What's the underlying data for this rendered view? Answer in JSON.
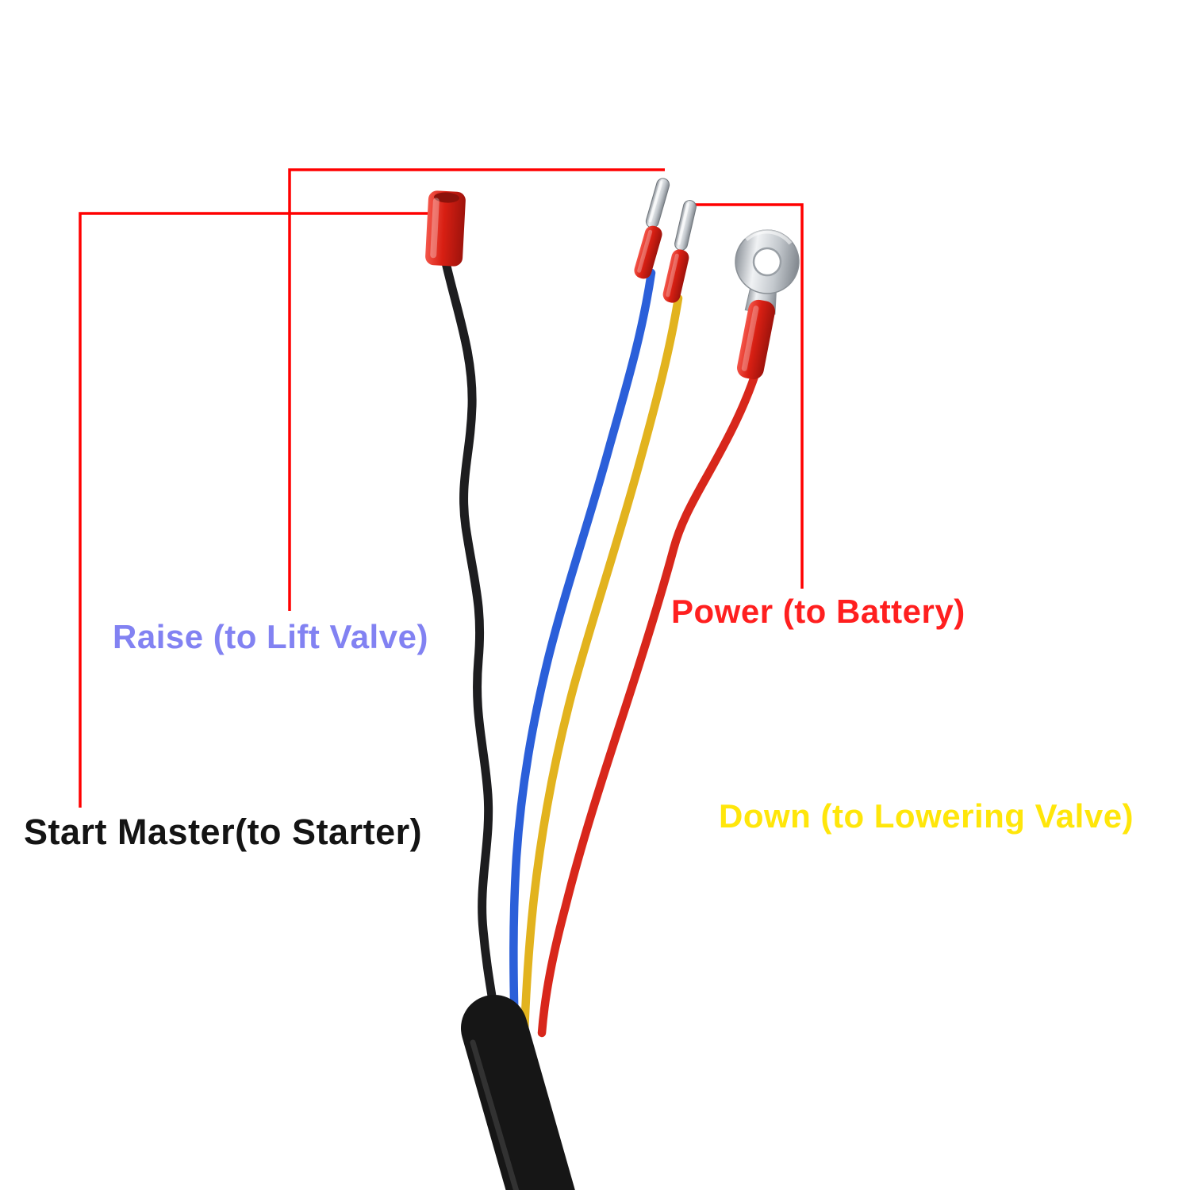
{
  "page": {
    "background": "#ffffff",
    "description": "Annotated photo-style diagram of a 4-wire control cable harness"
  },
  "annotation": {
    "line_color": "#ff0000"
  },
  "labels": {
    "raise": {
      "text": "Raise (to Lift Valve)",
      "color": "#8282f2"
    },
    "start_master": {
      "text": "Start Master(to Starter)",
      "color": "#141414"
    },
    "power": {
      "text": "Power (to Battery)",
      "color": "#ff1f1f"
    },
    "down": {
      "text": "Down (to Lowering Valve)",
      "color": "#ffe60a"
    }
  },
  "wires": {
    "start_master": {
      "wire": "black",
      "color": "#1d1d1f"
    },
    "raise": {
      "wire": "blue",
      "color": "#2b5fd9"
    },
    "down": {
      "wire": "yellow",
      "color": "#e2b31e"
    },
    "power": {
      "wire": "red",
      "color": "#d8271b"
    }
  },
  "hardware": {
    "terminal_red": "#df2d22",
    "metal": "#c9cdd2",
    "sheath": "#161616"
  }
}
